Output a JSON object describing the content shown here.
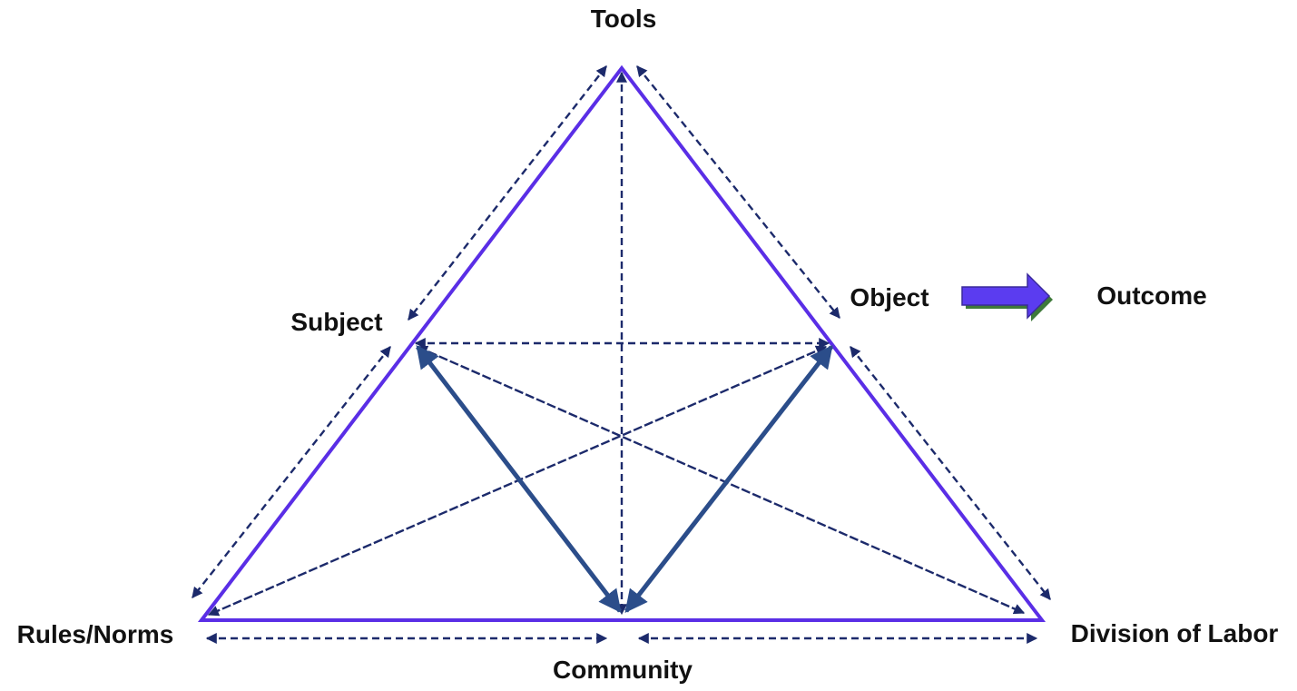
{
  "colors": {
    "frame": "#5a2ee6",
    "connector": "#1c2a6b",
    "thick_connector": "#2b4d8a",
    "outcome_arrow_fill": "#5b3cf0",
    "outcome_arrow_outline": "#3a2a9a",
    "outcome_arrow_shadow": "#3f7a3a"
  },
  "nodes": {
    "tools": "Tools",
    "subject": "Subject",
    "object": "Object",
    "outcome": "Outcome",
    "rules": "Rules/Norms",
    "community": "Community",
    "division": "Division of Labor"
  },
  "outcome_arrow_icon": "block-arrow-right-icon"
}
